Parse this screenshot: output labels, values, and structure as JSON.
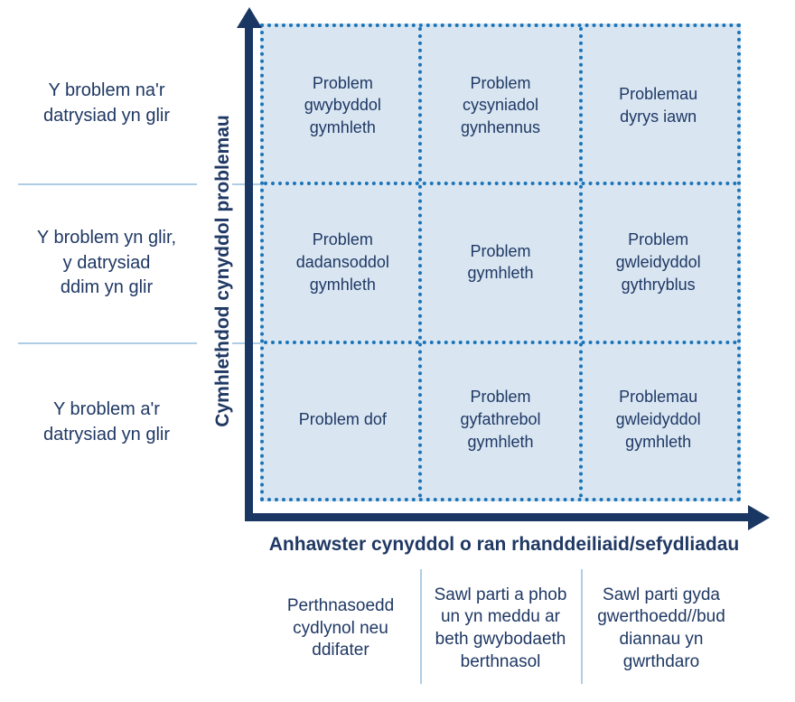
{
  "colors": {
    "navy": "#1f3864",
    "axis": "#1a3763",
    "grid_blue": "#1b74b8",
    "cell_fill": "#d9e6f2",
    "light_divider": "#aecde5"
  },
  "diagram": {
    "y_axis_label": "Cymhlethdod cynyddol problemau",
    "x_axis_label": "Anhawster cynyddol o ran rhanddeiliaid/sefydliadau",
    "row_labels": [
      "Y broblem na'r\ndatrysiad yn glir",
      "Y broblem yn glir,\ny datrysiad\nddim yn glir",
      "Y broblem a'r\ndatrysiad yn glir"
    ],
    "column_labels": [
      "Perthnasoedd\ncydlynol neu\nddifater",
      "Sawl parti a phob\nun yn meddu ar\nbeth gwybodaeth\nberthnasol",
      "Sawl parti gyda\ngwerthoedd//bud\ndiannau yn\ngwrthdaro"
    ],
    "cells": [
      "Problem\ngwybyddol\ngymhleth",
      "Problem\ncysyniadol\ngynhennus",
      "Problemau\ndyrys iawn",
      "Problem\ndadansoddol\ngymhleth",
      "Problem\ngymhleth",
      "Problem\ngwleidyddol\ngythryblus",
      "Problem dof",
      "Problem\ngyfathrebol\ngymhleth",
      "Problemau\ngwleidyddol\ngymhleth"
    ]
  }
}
